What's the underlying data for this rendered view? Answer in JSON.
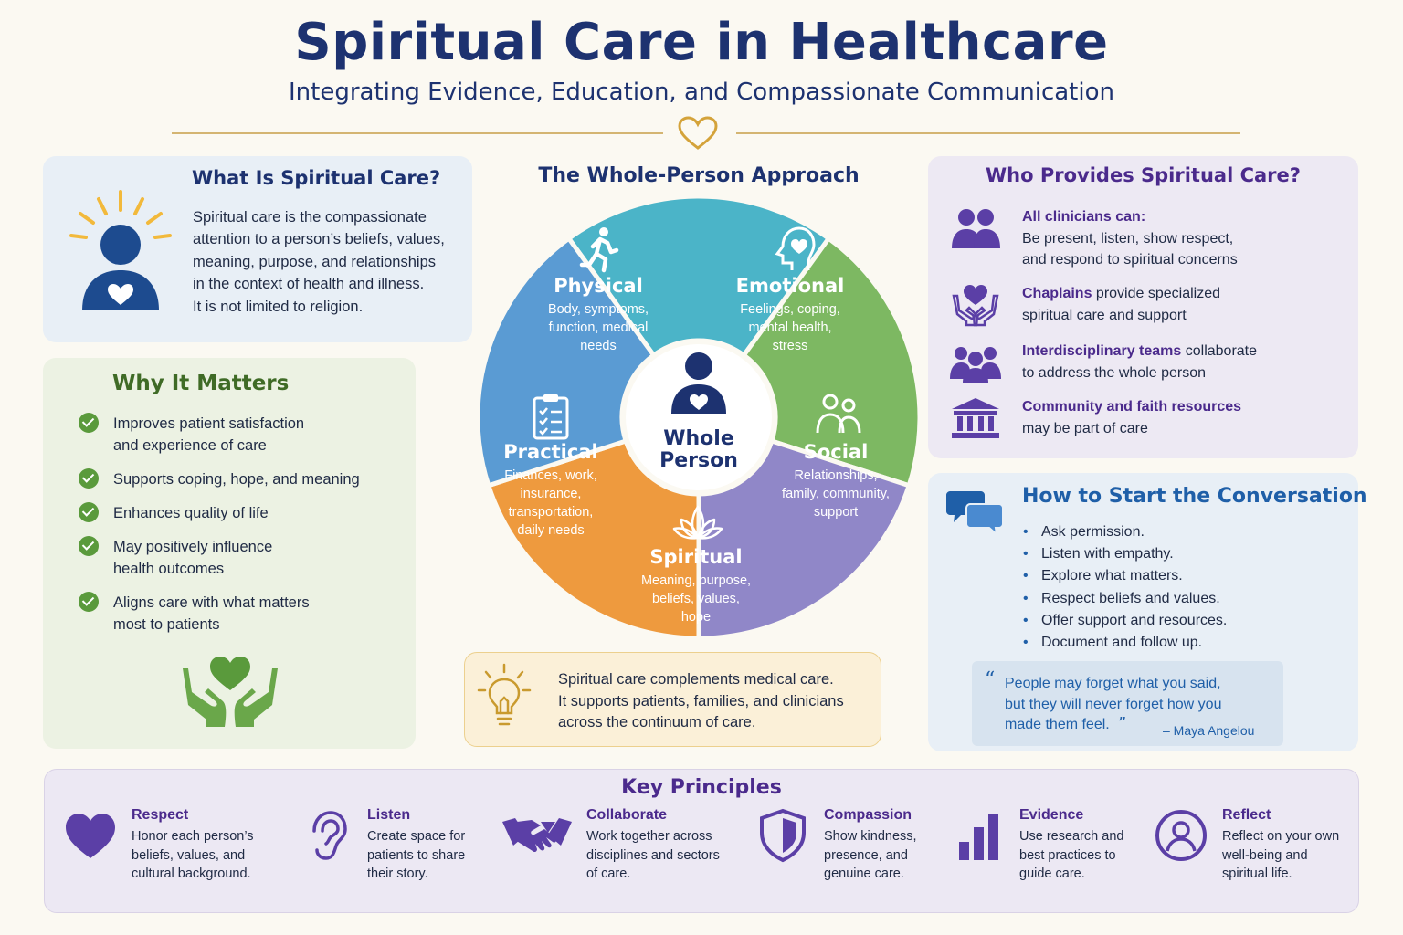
{
  "header": {
    "title": "Spiritual Care in Healthcare",
    "subtitle": "Integrating Evidence, Education, and Compassionate Communication"
  },
  "what": {
    "heading": "What Is Spiritual Care?",
    "lines": [
      "Spiritual care is the compassionate",
      "attention to a person’s beliefs, values,",
      "meaning, purpose, and relationships",
      "in the context of health and illness.",
      "It is not limited to religion."
    ]
  },
  "why": {
    "heading": "Why It Matters",
    "items": [
      {
        "l1": "Improves patient satisfaction",
        "l2": "and experience of care"
      },
      {
        "l1": "Supports coping, hope, and meaning",
        "l2": ""
      },
      {
        "l1": "Enhances quality of life",
        "l2": ""
      },
      {
        "l1": "May positively influence",
        "l2": "health outcomes"
      },
      {
        "l1": "Aligns care with what matters",
        "l2": "most to patients"
      }
    ]
  },
  "approach": {
    "heading": "The Whole-Person Approach",
    "center_l1": "Whole",
    "center_l2": "Person",
    "segments": [
      {
        "name": "Physical",
        "sub": [
          "Body, symptoms,",
          "function, medical",
          "needs"
        ],
        "color": "#4bb4c8",
        "icon": "running-person-icon"
      },
      {
        "name": "Emotional",
        "sub": [
          "Feelings, coping,",
          "mental health,",
          "stress"
        ],
        "color": "#7db862",
        "icon": "head-heart-icon"
      },
      {
        "name": "Social",
        "sub": [
          "Relationships,",
          "family, community,",
          "support"
        ],
        "color": "#9087c8",
        "icon": "people-icon"
      },
      {
        "name": "Spiritual",
        "sub": [
          "Meaning, purpose,",
          "beliefs, values,",
          "hope"
        ],
        "color": "#ee9a3e",
        "icon": "lotus-icon"
      },
      {
        "name": "Practical",
        "sub": [
          "Finances, work,",
          "insurance,",
          "transportation,",
          "daily needs"
        ],
        "color": "#5a9bd3",
        "icon": "checklist-icon"
      }
    ]
  },
  "note": {
    "lines": [
      "Spiritual care complements medical care.",
      "It supports patients, families, and clinicians",
      "across the continuum of care."
    ]
  },
  "who": {
    "heading": "Who Provides Spiritual Care?",
    "rows": [
      {
        "strong": "All clinicians can:",
        "rest": "",
        "l2": "Be present, listen, show respect,",
        "l3": "and respond to spiritual concerns"
      },
      {
        "strong": "Chaplains",
        "rest": " provide specialized",
        "l2": "spiritual care and support",
        "l3": ""
      },
      {
        "strong": "Interdisciplinary teams",
        "rest": " collaborate",
        "l2": "to address the whole person",
        "l3": ""
      },
      {
        "strong": "Community and faith resources",
        "rest": "",
        "l2": "may be part of care",
        "l3": ""
      }
    ]
  },
  "how": {
    "heading": "How to Start the Conversation",
    "items": [
      "Ask permission.",
      "Listen with empathy.",
      "Explore what matters.",
      "Respect beliefs and values.",
      "Offer support and resources.",
      "Document and follow up."
    ],
    "quote_open": "“",
    "quote_l1": "People may forget what you said,",
    "quote_l2": "but they will never forget how you",
    "quote_l3": "made them feel.",
    "quote_close": "”",
    "quote_author": "– Maya Angelou"
  },
  "principles": {
    "heading": "Key Principles",
    "items": [
      {
        "title": "Respect",
        "desc": [
          "Honor each person’s",
          "beliefs, values, and",
          "cultural background."
        ],
        "icon": "heart-icon"
      },
      {
        "title": "Listen",
        "desc": [
          "Create space for",
          "patients to share",
          "their story."
        ],
        "icon": "ear-icon"
      },
      {
        "title": "Collaborate",
        "desc": [
          "Work together across",
          "disciplines and sectors",
          "of care."
        ],
        "icon": "handshake-icon"
      },
      {
        "title": "Compassion",
        "desc": [
          "Show kindness,",
          "presence, and",
          "genuine care."
        ],
        "icon": "shield-heart-icon"
      },
      {
        "title": "Evidence",
        "desc": [
          "Use research and",
          "best practices to",
          "guide care."
        ],
        "icon": "bar-chart-icon"
      },
      {
        "title": "Reflect",
        "desc": [
          "Reflect on your own",
          "well-being and",
          "spiritual life."
        ],
        "icon": "person-circle-icon"
      }
    ]
  },
  "colors": {
    "navy": "#1d3270",
    "purple": "#4b2a8c",
    "green": "#5a9a3c",
    "gold": "#d4b572",
    "blue": "#1f5fa8"
  }
}
